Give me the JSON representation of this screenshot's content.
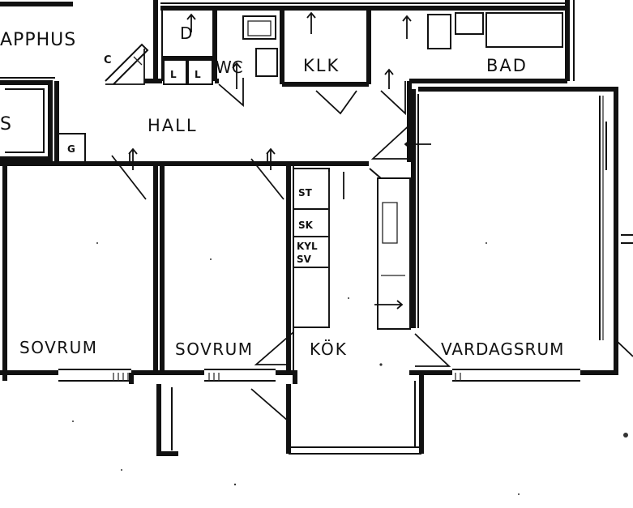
{
  "labels": {
    "trapphus": "APPHUS",
    "s": "S",
    "hall": "HALL",
    "wc": "WC",
    "klk": "KLK",
    "bad": "BAD",
    "d": "D",
    "c": "C",
    "l1": "L",
    "l2": "L",
    "g": "G",
    "st": "ST",
    "sk": "SK",
    "kyl": "KYL",
    "sv": "SV",
    "sovrum1": "SOVRUM",
    "sovrum2": "SOVRUM",
    "kok": "KÖK",
    "vardagsrum": "VARDAGSRUM"
  }
}
